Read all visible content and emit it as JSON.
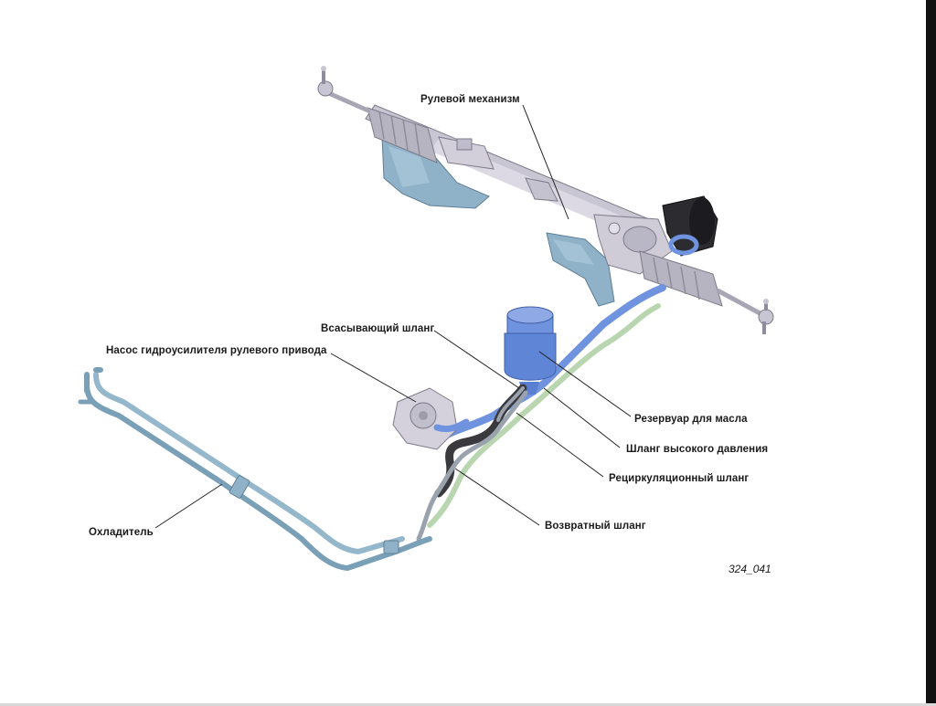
{
  "diagram": {
    "labels": {
      "steering_gear": "Рулевой механизм",
      "suction_hose": "Всасывающий шланг",
      "power_steering_pump": "Насос гидроусилителя рулевого привода",
      "oil_reservoir": "Резервуар для масла",
      "high_pressure_hose": "Шланг высокого давления",
      "recirculation_hose": "Рециркуляционный шланг",
      "cooler": "Охладитель",
      "return_hose": "Возвратный шланг"
    },
    "figure_id": "324_041",
    "colors": {
      "rack_body": "#c9c6d3",
      "rack_shadow": "#8e8b9b",
      "bracket": "#8fb2c8",
      "hose_blue": "#6f93de",
      "hose_dark": "#3a3a3e",
      "hose_green": "#b9d6b0",
      "cooler_tube": "#7aa0b8",
      "return_gray": "#9aa3ad",
      "leader_line": "#222222"
    }
  }
}
